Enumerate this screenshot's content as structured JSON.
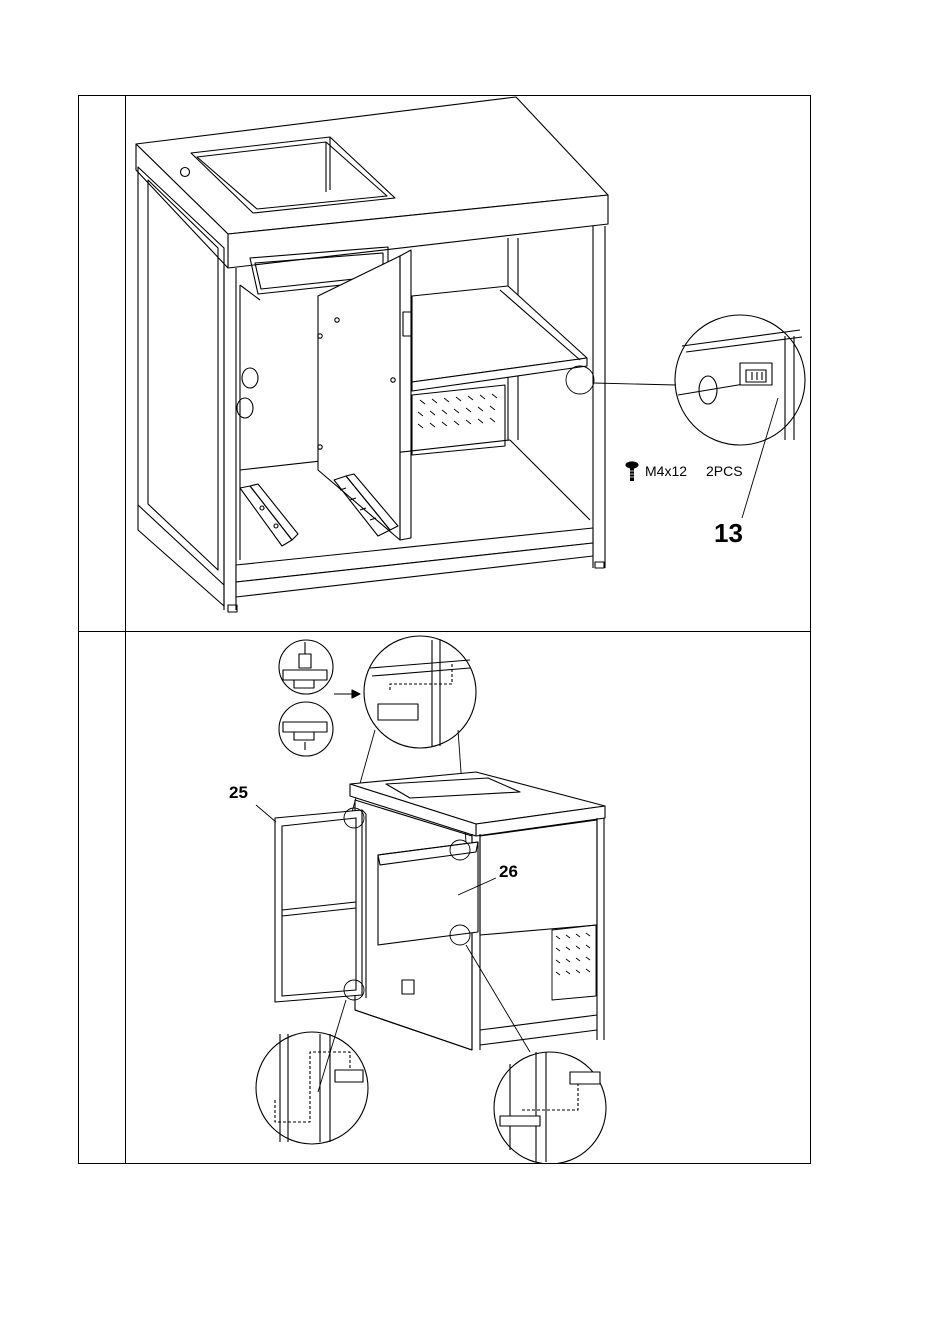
{
  "step1": {
    "screw": {
      "spec": "M4x12",
      "qty": "2PCS",
      "icon": "screw-icon"
    },
    "part_number": "13"
  },
  "step2": {
    "door_label": "25",
    "drawer_label": "26"
  }
}
